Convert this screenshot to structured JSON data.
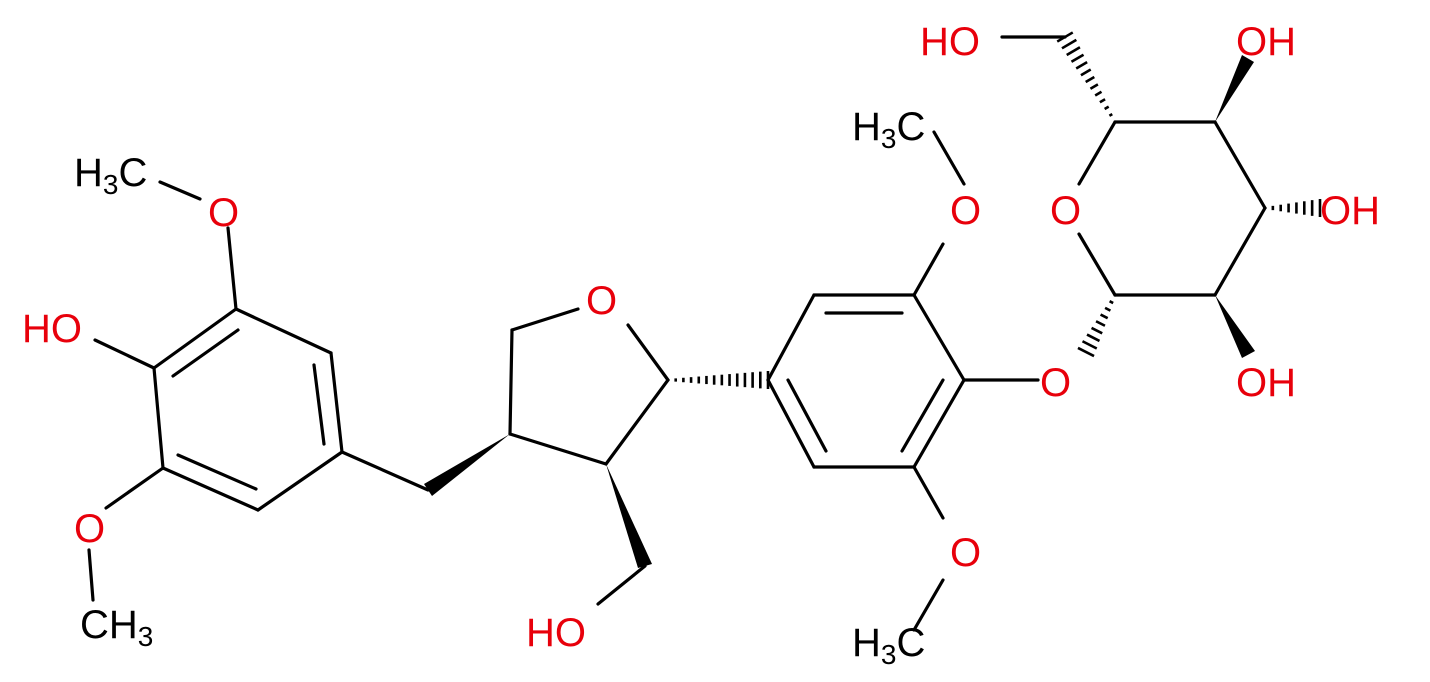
{
  "colors": {
    "bond": "#000000",
    "oxygen": "#e8000b",
    "carbon": "#000000"
  },
  "atoms": {
    "ho_top": "HO",
    "oh_top": "OH",
    "ch3_mid": "H3C",
    "o_ring_glc": "O",
    "oh_right": "OH",
    "o_meo_top": "O",
    "o_link": "O",
    "oh_bottom_glc": "OH",
    "ch3_left": "H3C",
    "o_meo_left": "O",
    "ho_left": "HO",
    "o_thf": "O",
    "o_meo_bottom_left": "O",
    "ch3_bottom_left": "CH3",
    "ho_bottom": "HO",
    "o_meo_bottom": "O",
    "ch3_bottom": "H3C"
  }
}
